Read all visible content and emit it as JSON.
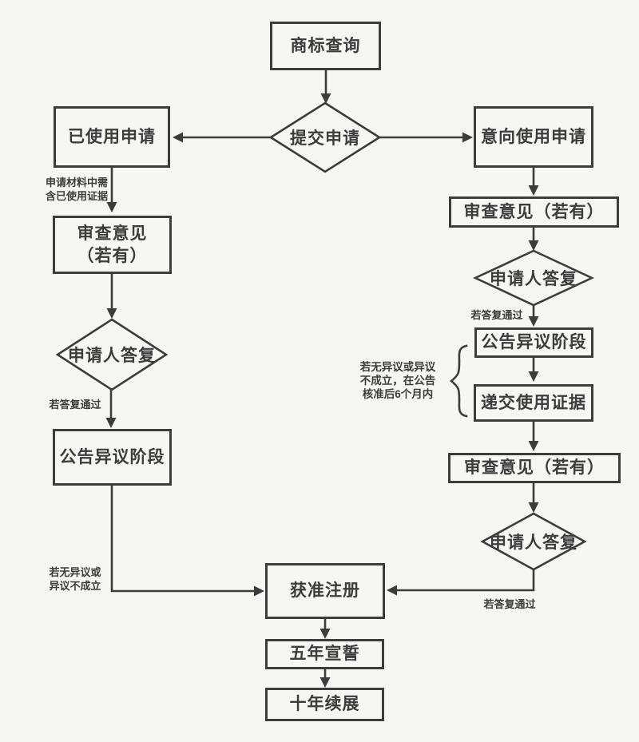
{
  "colors": {
    "background": "#f6f6f4",
    "line": "#3c3c3c"
  },
  "flowchart": {
    "nodes": {
      "trademark_search": "商标查询",
      "submit_application": "提交申请",
      "in_use_application": "已使用申请",
      "intent_to_use_application": "意向使用申请",
      "left_examination_opinion": "审查意见\n（若有）",
      "left_applicant_reply": "申请人答复",
      "left_publication_opposition_stage": "公告异议阶段",
      "right_examination_opinion_1": "审查意见（若有）",
      "right_applicant_reply_1": "申请人答复",
      "right_publication_opposition_stage": "公告异议阶段",
      "submit_use_evidence": "递交使用证据",
      "right_examination_opinion_2": "审查意见（若有）",
      "right_applicant_reply_2": "申请人答复",
      "granted_registration": "获准注册",
      "five_year_declaration": "五年宣誓",
      "ten_year_renewal": "十年续展"
    },
    "edge_labels": {
      "materials_note": "申请材料中需\n含已使用证据",
      "left_if_reply_passes": "若答复通过",
      "left_no_opposition": "若无异议或\n异议不成立",
      "right_if_reply_passes_top": "若答复通过",
      "brace_note": "若无异议或异议\n不成立，在公告\n核准后6个月内",
      "right_if_reply_passes_bottom": "若答复通过"
    }
  }
}
